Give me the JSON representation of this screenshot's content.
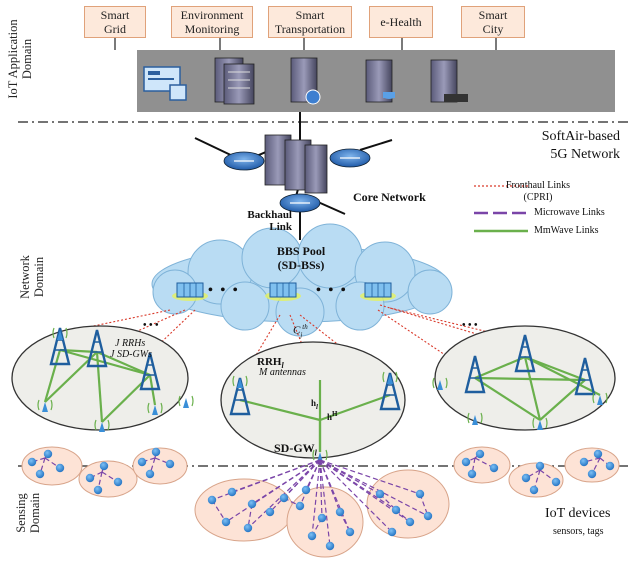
{
  "app_domain": {
    "label": "IoT Application\nDomain",
    "apps": [
      "Smart\nGrid",
      "Environment\nMonitoring",
      "Smart\nTransportation",
      "e-Health",
      "Smart\nCity"
    ]
  },
  "network": {
    "softair_label": "SoftAir-based\n5G Network",
    "core_label": "Core Network",
    "backhaul_label": "Backhaul\nLink",
    "bbs_pool_label": "BBS Pool\n(SD-BSs)",
    "domain_label": "Network\nDomain",
    "cj_label": "C",
    "cj_sub": "j",
    "cj_sup": "th",
    "rrh_count_label": "J RRHs",
    "sdgw_count_label": "J SD-GWs",
    "rrh_label": "RRH",
    "rrh_sub": "l",
    "m_antennas_label": "M antennas",
    "h_label": "h",
    "h_sub": "l",
    "hH_label": "h",
    "hH_sup": "H",
    "sdgw_label": "SD-GW",
    "sdgw_sub": "l",
    "dots": "• • •"
  },
  "legend": [
    {
      "label": "Fronthaul Links\n(CPRI)",
      "color": "#d93a2b",
      "style": "dotted"
    },
    {
      "label": "Microwave Links",
      "color": "#7a45a8",
      "style": "dashed"
    },
    {
      "label": "MmWave Links",
      "color": "#6ab04c",
      "style": "solid"
    }
  ],
  "sensing": {
    "domain_label": "Sensing\nDomain",
    "iot_label": "IoT devices",
    "iot_sub": "sensors, tags"
  },
  "colors": {
    "cloud": "#b9dcf3",
    "cell_fill": "#eeeeea",
    "cluster_fill": "#fde3d6",
    "node": "#3a8fd8",
    "tower": "#1f5e9e",
    "server_bar": "#8f8f8f"
  }
}
